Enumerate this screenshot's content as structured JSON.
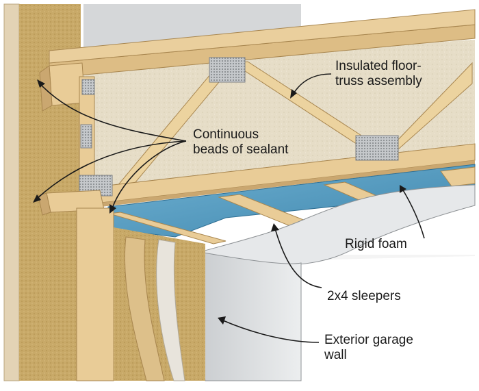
{
  "labels": {
    "truss": [
      "Insulated floor-",
      "truss assembly"
    ],
    "sealant": [
      "Continuous",
      "beads of sealant"
    ],
    "foam": "Rigid foam",
    "sleepers": "2x4 sleepers",
    "garage": [
      "Exterior garage",
      "wall"
    ]
  },
  "colors": {
    "lumber": "#e9cc97",
    "lumber_shadow": "#caa770",
    "insulation": "#e6ddc7",
    "batt_wall": "#c8a968",
    "rigid_foam": "#5ba0c4",
    "drywall": "#d7d9db",
    "metal_plate": "#b9bcbf"
  }
}
